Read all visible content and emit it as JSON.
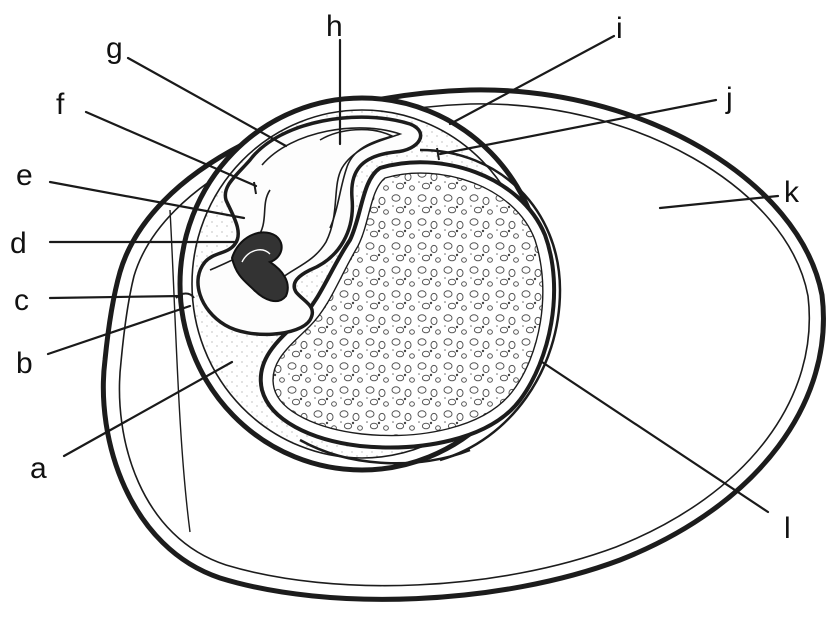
{
  "labels": {
    "a": "a",
    "b": "b",
    "c": "c",
    "d": "d",
    "e": "e",
    "f": "f",
    "g": "g",
    "h": "h",
    "i": "i",
    "j": "j",
    "k": "k",
    "l": "l"
  },
  "colors": {
    "line": "#1c1c1c",
    "stipple": "#8a8a8a",
    "yolk_fill": "#f4f4f4",
    "background": "#ffffff"
  },
  "icons": {
    "egg_shell": "egg-shell-outline",
    "embryo": "embryo-drawing",
    "yolk": "yolk-sac-drawing"
  }
}
